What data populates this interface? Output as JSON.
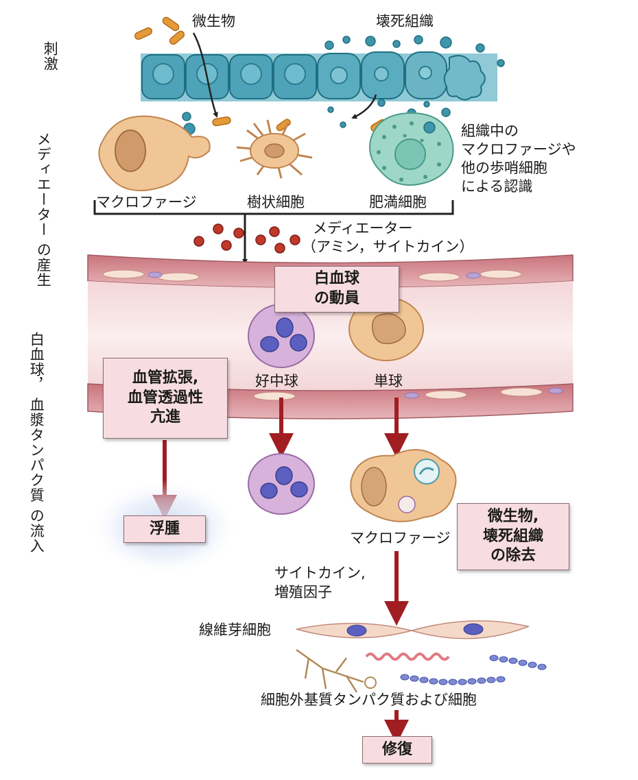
{
  "side_labels": {
    "stimulus": "刺激",
    "mediator_line1": "メディエーター",
    "mediator_line2": "の産生",
    "recruit_line1": "白血球，",
    "recruit_line2": "血漿タンパク質",
    "recruit_line3": "の流入"
  },
  "top": {
    "microbe": "微生物",
    "necrotic": "壊死組織"
  },
  "cells": {
    "macrophage": "マクロファージ",
    "dendritic": "樹状細胞",
    "mast": "肥満細胞",
    "neutrophil": "好中球",
    "monocyte": "単球",
    "macrophage2": "マクロファージ",
    "fibroblast": "線維芽細胞"
  },
  "recognition": {
    "line1": "組織中の",
    "line2": "マクロファージや",
    "line3": "他の歩哨細胞",
    "line4": "による認識"
  },
  "mediator": {
    "line1": "メディエーター",
    "line2": "（アミン，サイトカイン）"
  },
  "boxes": {
    "leukocyte_line1": "白血球",
    "leukocyte_line2": "の動員",
    "vaso_line1": "血管拡張,",
    "vaso_line2": "血管透過性",
    "vaso_line3": "亢進",
    "edema": "浮腫",
    "removal_line1": "微生物,",
    "removal_line2": "壊死組織",
    "removal_line3": "の除去",
    "repair": "修復"
  },
  "cytokine": {
    "line1": "サイトカイン,",
    "line2": "増殖因子"
  },
  "ecm": "細胞外基質タンパク質および細胞",
  "colors": {
    "arrow": "#a01e22",
    "box_fill": "#f7dde1",
    "vessel": "#d99aa0",
    "epithelium": "#4fa3b8"
  }
}
